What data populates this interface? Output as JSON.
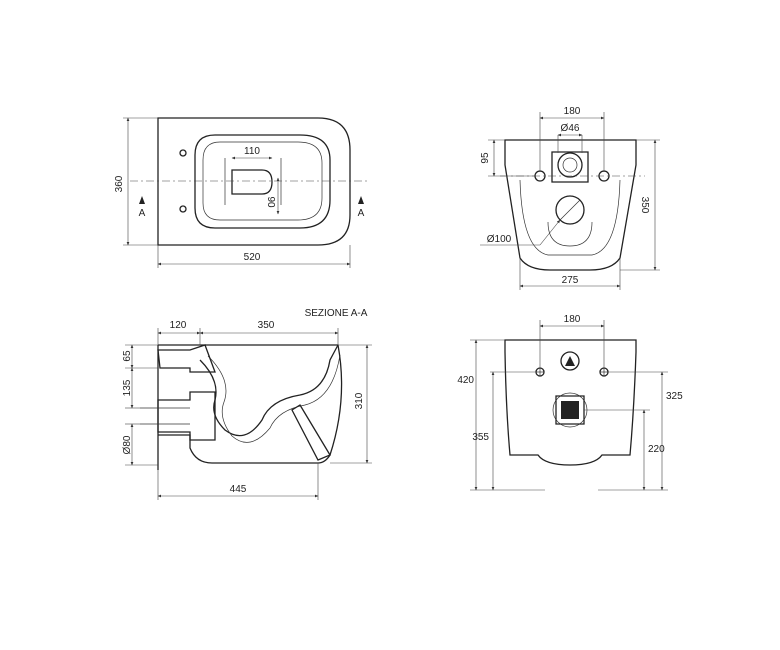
{
  "top_view": {
    "d_360": "360",
    "d_520": "520",
    "d_110": "110",
    "d_90": "90",
    "section_mark_left": "A",
    "section_mark_right": "A"
  },
  "rear_view": {
    "d_180": "180",
    "d_46": "Ø46",
    "d_95": "95",
    "d_350": "350",
    "d_100": "Ø100",
    "d_275": "275"
  },
  "section_view": {
    "title": "SEZIONE A-A",
    "d_120": "120",
    "d_350": "350",
    "d_65": "65",
    "d_135": "135",
    "d_80": "Ø80",
    "d_310": "310",
    "d_445": "445"
  },
  "wall_view": {
    "d_180": "180",
    "d_420": "420",
    "d_355": "355",
    "d_325": "325",
    "d_220": "220"
  },
  "colors": {
    "line": "#222222",
    "background": "#ffffff"
  }
}
